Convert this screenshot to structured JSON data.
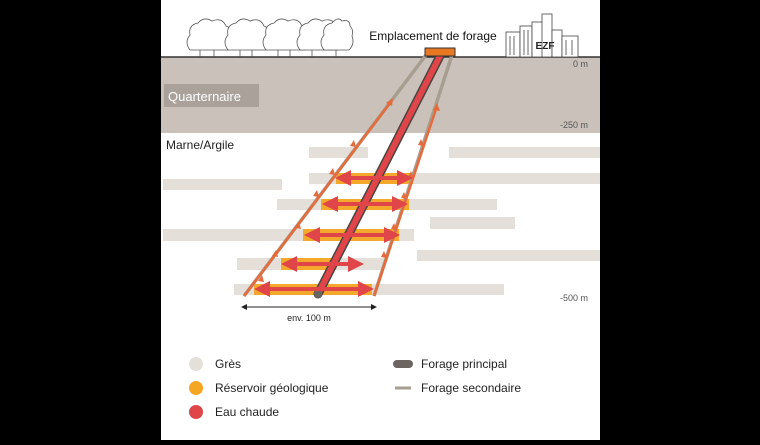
{
  "site": {
    "label": "Emplacement de forage",
    "building_label": "EZF"
  },
  "depths": {
    "surface": "0 m",
    "mid": "-250 m",
    "deep": "-500 m"
  },
  "layers": {
    "quaternary": "Quarternaire",
    "marl": "Marne/Argile"
  },
  "scale_label": "env. 100 m",
  "legend": {
    "sandstone": "Grès",
    "reservoir": "Réservoir géologique",
    "hot_water": "Eau chaude",
    "main_well": "Forage principal",
    "secondary_well": "Forage secondaire"
  },
  "colors": {
    "sandstone": "#e4dfd9",
    "quaternary_band": "#c9c1ba",
    "quaternary_label_bg": "#a9a19a",
    "reservoir": "#f5a623",
    "hot_water": "#e0454a",
    "main_well": "#6b6460",
    "secondary_well": "#a89e90",
    "rig": "#e87722"
  }
}
